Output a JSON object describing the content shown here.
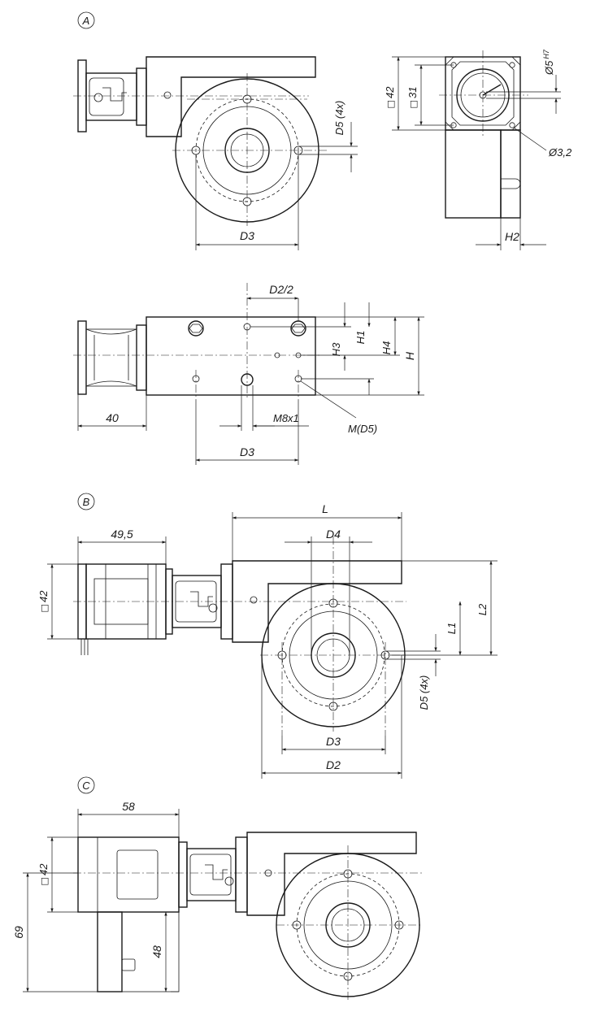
{
  "variants": {
    "a": "A",
    "b": "B",
    "c": "C"
  },
  "dims": {
    "d5_4x": "D5 (4x)",
    "d3": "D3",
    "d2_half": "D2/2",
    "d2": "D2",
    "d4": "D4",
    "h": "H",
    "h1": "H1",
    "h2": "H2",
    "h3": "H3",
    "h4": "H4",
    "l": "L",
    "l1": "L1",
    "l2": "L2",
    "m8x1": "M8x1",
    "m_d5": "M(D5)",
    "len_40": "40",
    "len_49_5": "49,5",
    "len_58": "58",
    "len_48": "48",
    "len_69": "69",
    "sq_42": "42",
    "sq_31": "31",
    "dia_5": "Ø5",
    "dia_5_tol": "H7",
    "dia_3_2": "Ø3,2"
  },
  "symbols": {
    "square": "□"
  }
}
